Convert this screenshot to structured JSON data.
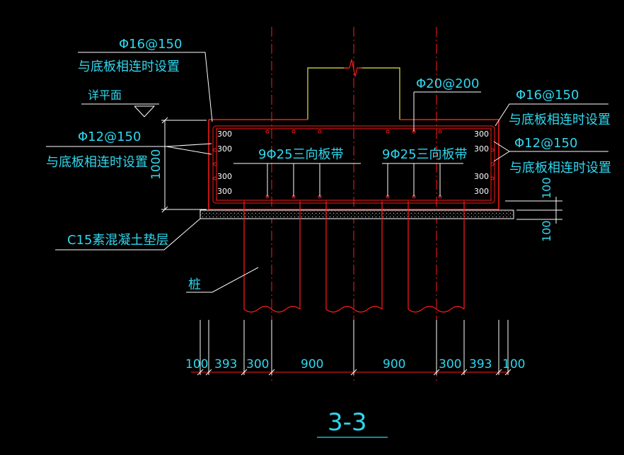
{
  "colors": {
    "background": "#000000",
    "text": "#2fd7ee",
    "rebar": "#ff1a1a",
    "leader": "#ffffff",
    "column": "#e6e64a",
    "dimension": "#19c419",
    "axis": "#ff5a7a"
  },
  "labels": {
    "top_left_rebar": "Φ16@150",
    "top_left_note": "与底板相连时设置",
    "elevation_note": "详平面",
    "left_mid_rebar": "Φ12@150",
    "left_mid_note": "与底板相连时设置",
    "top_center_rebar": "Φ20@200",
    "right_top_rebar": "Φ16@150",
    "right_top_note": "与底板相连时设置",
    "right_mid_rebar": "Φ12@150",
    "right_mid_note": "与底板相连时设置",
    "band_left": "9Φ25三向板带",
    "band_right": "9Φ25三向板带",
    "cushion": "C15素混凝土垫层",
    "pile": "桩",
    "height": "1000",
    "cushion_thk_top": "100",
    "cushion_thk_bottom": "100",
    "section_title": "3-3"
  },
  "inner_spacing": [
    "300",
    "300",
    "300",
    "300",
    "300",
    "300",
    "300",
    "300"
  ],
  "bottom_dimensions": [
    "100",
    "393",
    "300",
    "900",
    "900",
    "300",
    "393",
    "100"
  ]
}
